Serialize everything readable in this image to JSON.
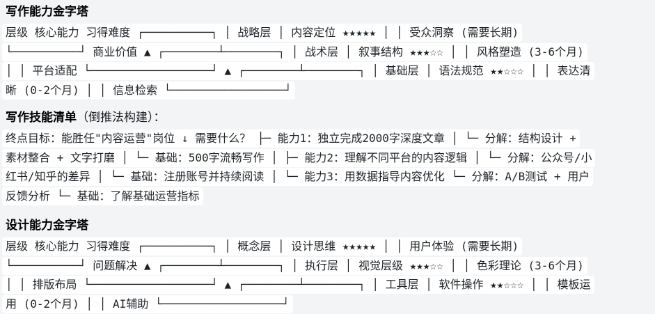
{
  "page": {
    "background_color": "#f3f4f6",
    "line_highlight_color": "#ffffff",
    "text_color": "#1f2328",
    "heading_color": "#000000"
  },
  "sections": [
    {
      "heading": "写作能力金字塔",
      "heading_suffix": "",
      "lines": [
        "层级 核心能力 习得难度 ┌──────────┐ │ 战略层 │ 内容定位 ★★★★★ │ │ 受众洞察 (需要长期)",
        "└──────────┘ 商业价值 ▲ ┌────────┴────────┐ │ 战术层 │ 叙事结构 ★★★☆☆ │ │ 风格塑造 (3-6个月)",
        "│ │ 平台适配 └──────────────────┘ ▲ ┌────────┴────────┐ │ 基础层 │ 语法规范 ★★☆☆☆ │ │ 表达清",
        "晰 (0-2个月) │ │ 信息检索 └─────────────────┘"
      ]
    },
    {
      "heading": "写作技能清单",
      "heading_suffix": "（倒推法构建）：",
      "lines": [
        "终点目标：能胜任\"内容运营\"岗位 ↓ 需要什么？ ├─ 能力1：独立完成2000字深度文章 │ └─ 分解：结构设计 +",
        "素材整合 + 文字打磨 │ └─ 基础：500字流畅写作 │ ├─ 能力2：理解不同平台的内容逻辑 │ └─ 分解：公众号/小",
        "红书/知乎的差异 │ └─ 基础：注册账号并持续阅读 │ └─ 能力3：用数据指导内容优化 └─ 分解：A/B测试 + 用户",
        "反馈分析 └─ 基础：了解基础运营指标"
      ]
    },
    {
      "heading": "设计能力金字塔",
      "heading_suffix": "",
      "lines": [
        "层级 核心能力 习得难度 ┌──────────┐ │ 概念层 │ 设计思维 ★★★★★ │ │ 用户体验 (需要长期)",
        "└──────────┘ 问题解决 ▲ ┌────────┴────────┐ │ 执行层 │ 视觉层级 ★★★☆☆ │ │ 色彩理论 (3-6个月)",
        "│ │ 排版布局 └──────────────────┘ ▲ ┌────────┴────────┐ │ 工具层 │ 软件操作 ★★☆☆☆ │ │ 模板运",
        "用 (0-2个月) │ │ AI辅助 └──────────────────┘"
      ]
    }
  ]
}
